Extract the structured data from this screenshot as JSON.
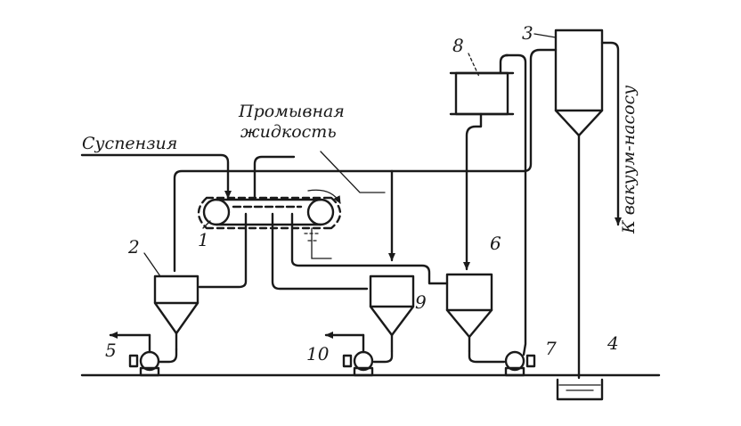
{
  "labels": {
    "suspension": "Суспензия",
    "wash_line1": "Промывная",
    "wash_line2": "жидкость",
    "vacuum": "К вакуум-насосу"
  },
  "numbers": {
    "n1": "1",
    "n2": "2",
    "n3": "3",
    "n4": "4",
    "n5": "5",
    "n6": "6",
    "n7": "7",
    "n8": "8",
    "n9": "9",
    "n10": "10"
  }
}
